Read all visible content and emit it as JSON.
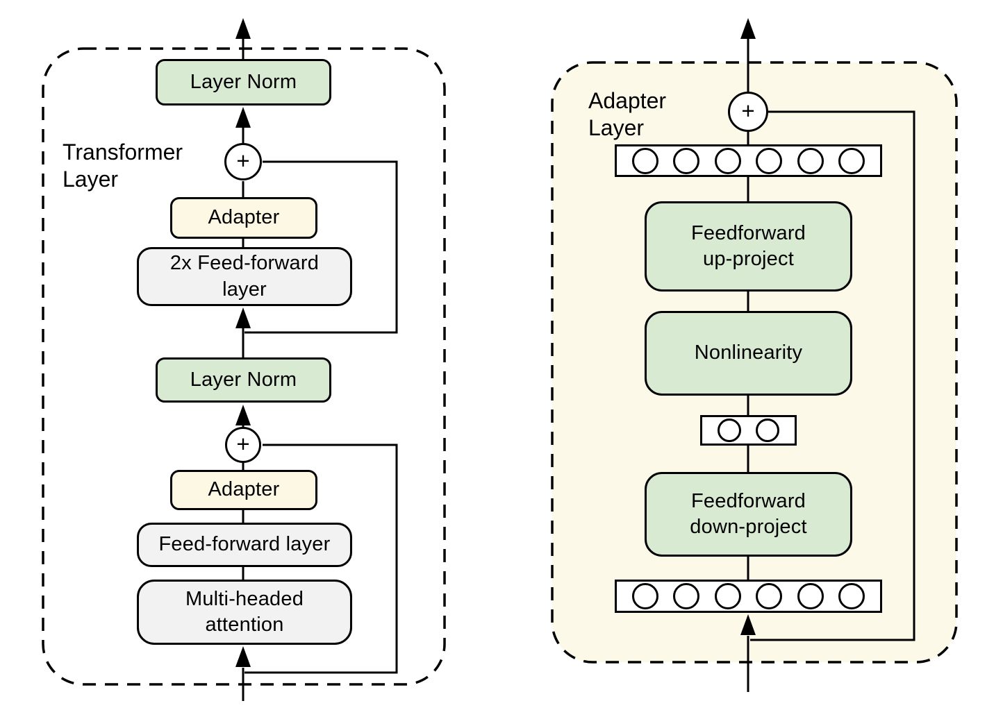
{
  "left": {
    "label": {
      "line1": "Transformer",
      "line2": "Layer"
    },
    "boxes": {
      "layer_norm_top": "Layer Norm",
      "plus_top": "+",
      "adapter_top": "Adapter",
      "ff2x_line1": "2x Feed-forward",
      "ff2x_line2": "layer",
      "layer_norm_bottom": "Layer Norm",
      "plus_bottom": "+",
      "adapter_bottom": "Adapter",
      "feed_forward": "Feed-forward layer",
      "mha_line1": "Multi-headed",
      "mha_line2": "attention"
    }
  },
  "right": {
    "label": {
      "line1": "Adapter",
      "line2": "Layer"
    },
    "plus": "+",
    "boxes": {
      "ff_up_line1": "Feedforward",
      "ff_up_line2": "up-project",
      "nonlinearity": "Nonlinearity",
      "ff_down_line1": "Feedforward",
      "ff_down_line2": "down-project"
    },
    "features": {
      "top_count": 6,
      "bottleneck_count": 2,
      "bottom_count": 6
    }
  },
  "colors": {
    "green": "#d9ead3",
    "cream": "#fdf8e4",
    "panel": "#fdf9e9",
    "gray": "#f2f2f2",
    "line": "#000000"
  }
}
